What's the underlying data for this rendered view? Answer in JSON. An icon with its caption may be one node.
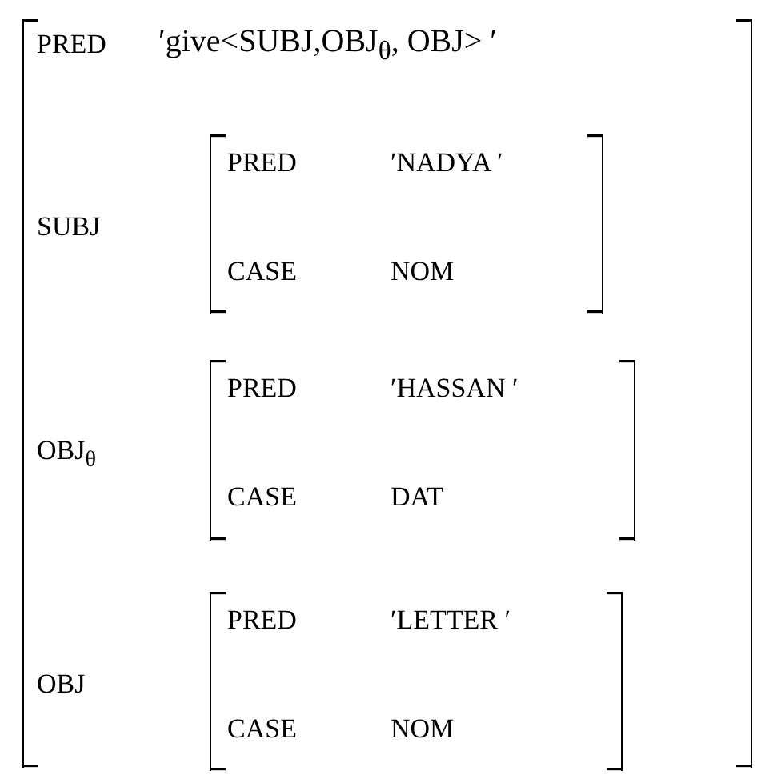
{
  "diagram": {
    "nodes": [
      {
        "text": [
          "PRED",
          "′give<SUBJ,OBJ$_{θ}$, OBJ> ′",
          "SUBJ",
          "OBJ$_{θ}$",
          "OBJ"
        ]
      },
      {
        "text": [
          "PRED",
          "′NADYA ′",
          "CASE",
          "NOM"
        ],
        "in": 0
      },
      {
        "text": [
          "PRED",
          "′HASSAN ′",
          "CASE",
          "DAT"
        ],
        "in": 0
      },
      {
        "text": [
          "PRED",
          "′LETTER ′",
          "CASE",
          "NOM"
        ],
        "in": 0
      }
    ]
  }
}
